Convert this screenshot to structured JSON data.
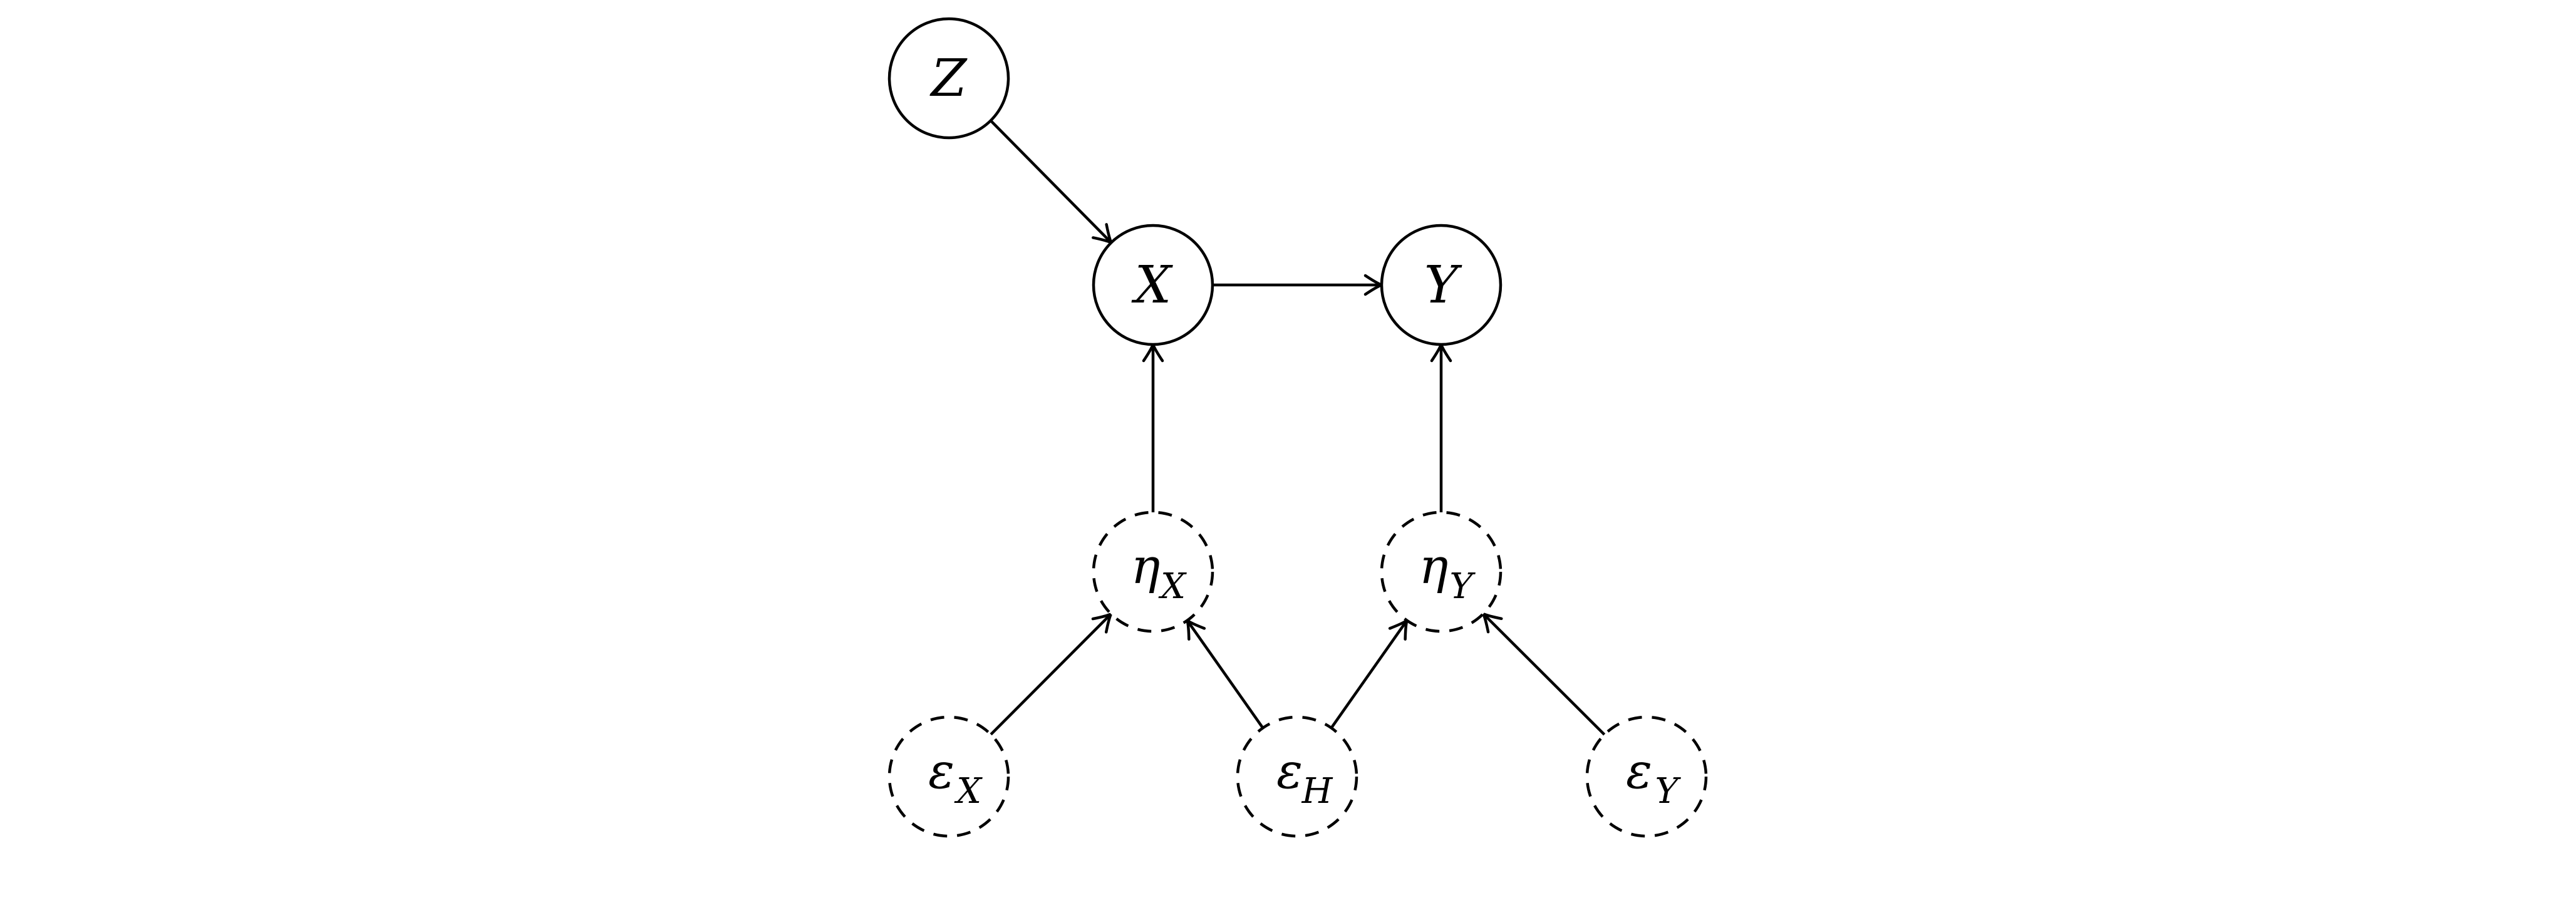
{
  "nodes": [
    {
      "id": "Z",
      "base": "Z",
      "sub": "",
      "style": "solid"
    },
    {
      "id": "X",
      "base": "X",
      "sub": "",
      "style": "solid"
    },
    {
      "id": "Y",
      "base": "Y",
      "sub": "",
      "style": "solid"
    },
    {
      "id": "eta_X",
      "base": "η",
      "sub": "X",
      "style": "dashed"
    },
    {
      "id": "eta_Y",
      "base": "η",
      "sub": "Y",
      "style": "dashed"
    },
    {
      "id": "eps_X",
      "base": "ε",
      "sub": "X",
      "style": "dashed"
    },
    {
      "id": "eps_H",
      "base": "ε",
      "sub": "H",
      "style": "dashed"
    },
    {
      "id": "eps_Y",
      "base": "ε",
      "sub": "Y",
      "style": "dashed"
    }
  ],
  "edges": [
    {
      "from": "Z",
      "to": "X"
    },
    {
      "from": "X",
      "to": "Y"
    },
    {
      "from": "eta_X",
      "to": "X"
    },
    {
      "from": "eta_Y",
      "to": "Y"
    },
    {
      "from": "eps_X",
      "to": "eta_X"
    },
    {
      "from": "eps_H",
      "to": "eta_X"
    },
    {
      "from": "eps_H",
      "to": "eta_Y"
    },
    {
      "from": "eps_Y",
      "to": "eta_Y"
    }
  ]
}
